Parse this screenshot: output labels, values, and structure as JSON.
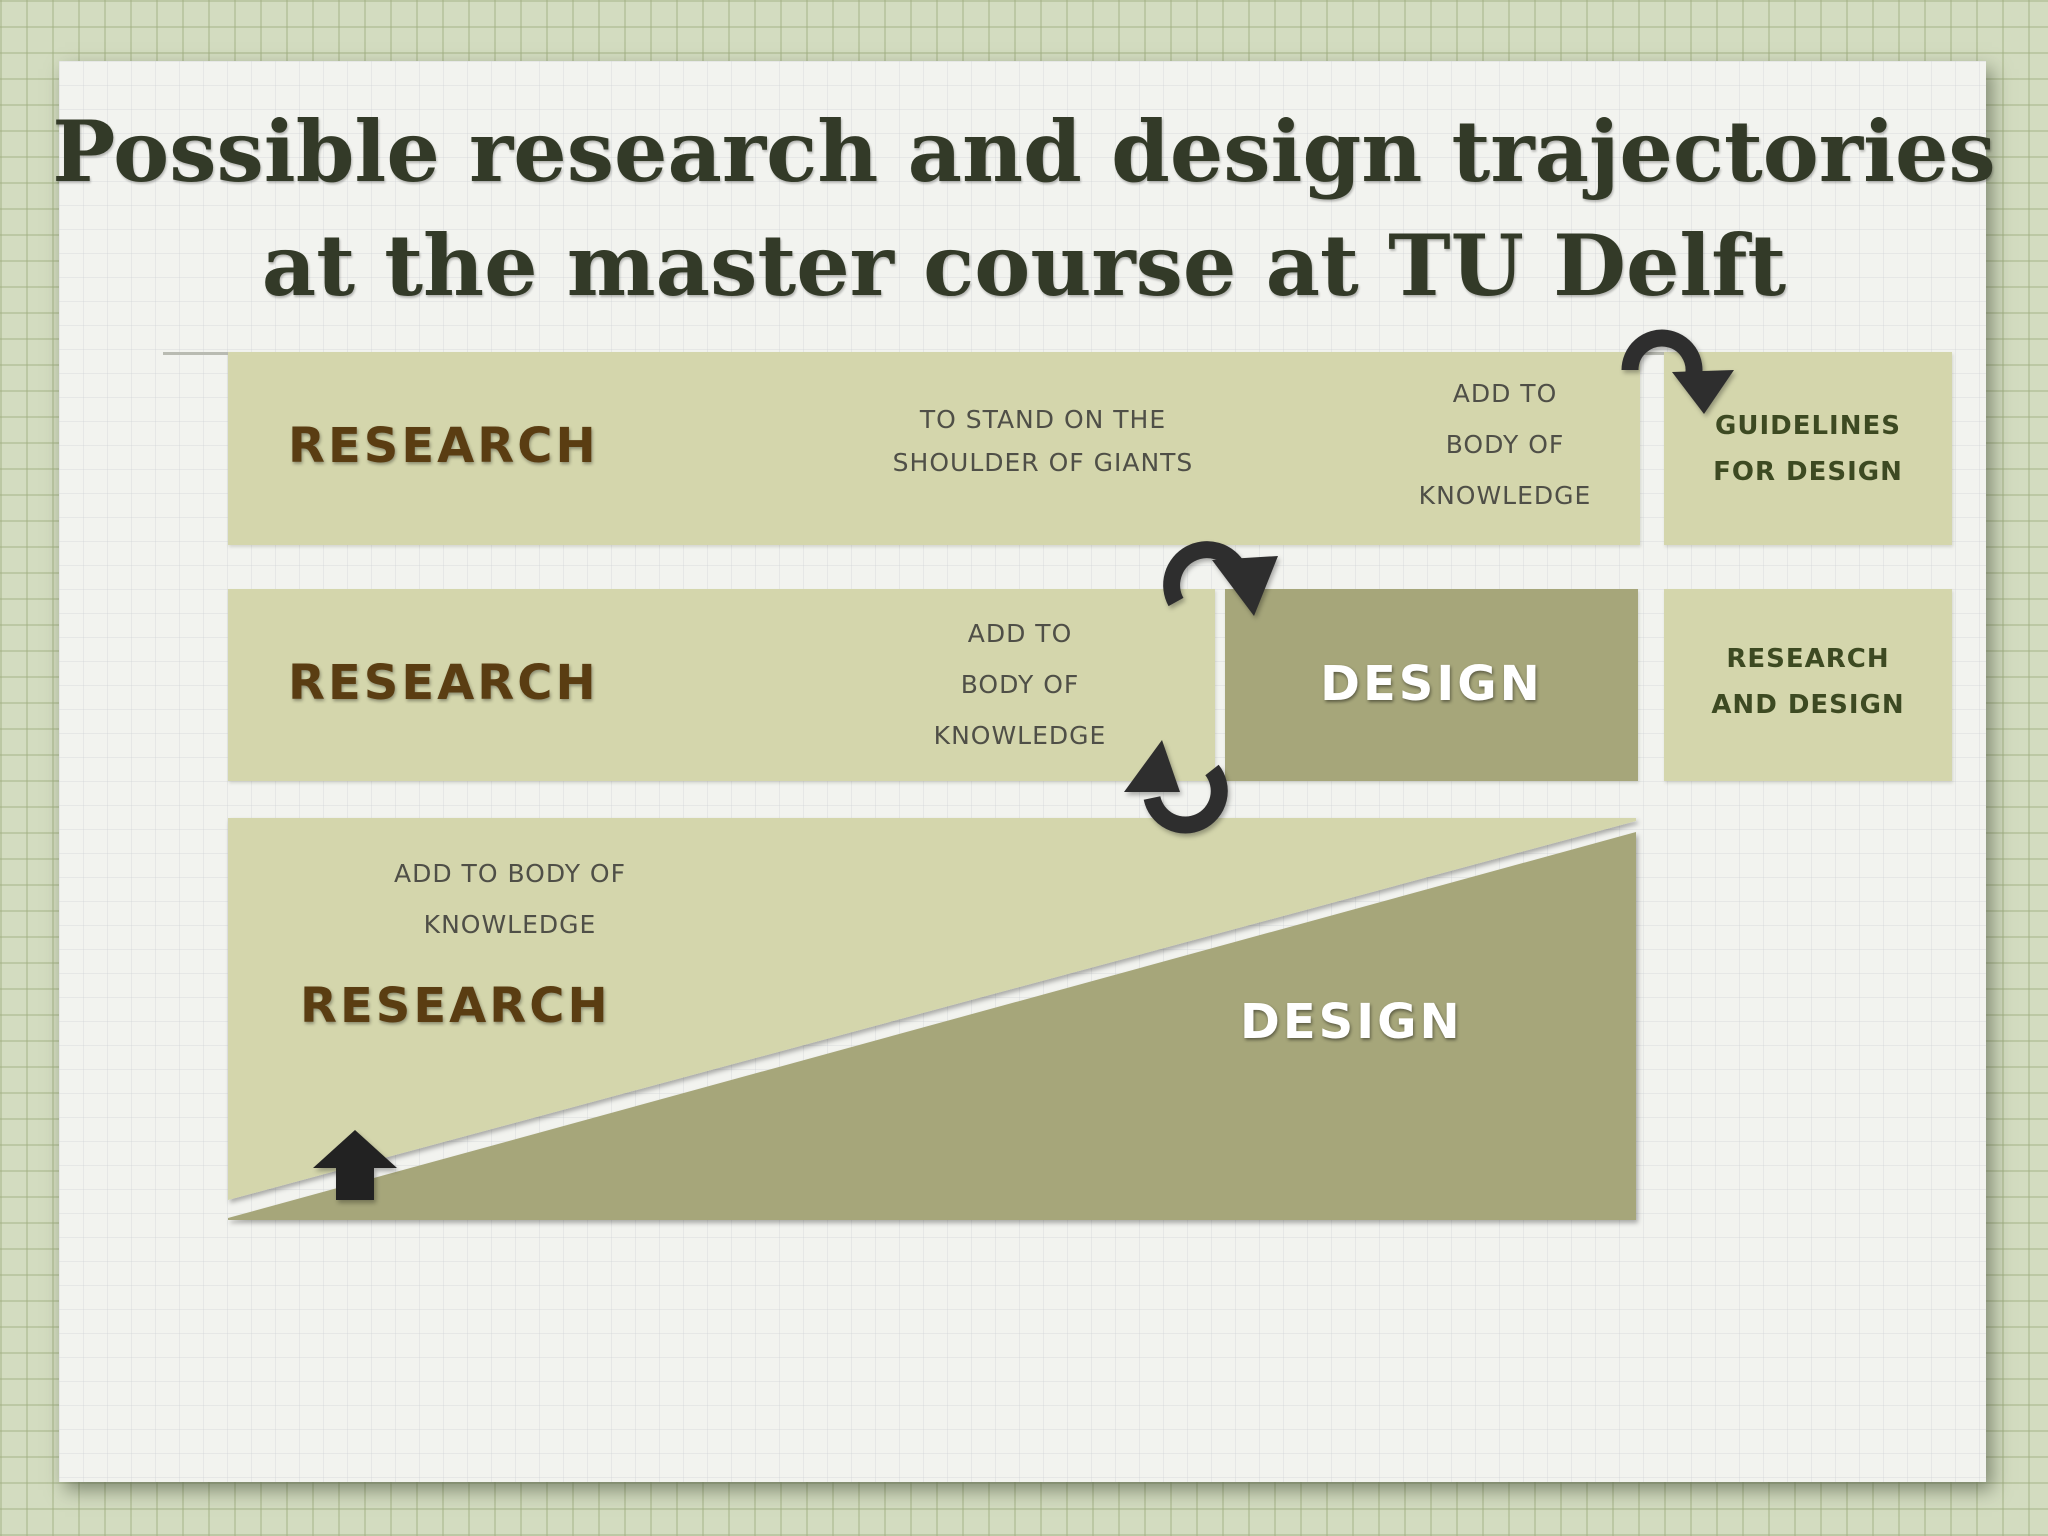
{
  "title": {
    "line1": "Possible research and design trajectories",
    "line2": "at the master course at TU Delft"
  },
  "row1": {
    "research": "RESEARCH",
    "note_line1": "TO STAND ON THE",
    "note_line2": "SHOULDER OF GIANTS",
    "add_line1": "ADD TO",
    "add_line2": "BODY OF",
    "add_line3": "KNOWLEDGE",
    "side_line1": "GUIDELINES",
    "side_line2": "FOR DESIGN"
  },
  "row2": {
    "research": "RESEARCH",
    "add_line1": "ADD TO",
    "add_line2": "BODY OF",
    "add_line3": "KNOWLEDGE",
    "design": "DESIGN",
    "side_line1": "RESEARCH",
    "side_line2": "AND DESIGN"
  },
  "row3": {
    "add_line1": "ADD TO BODY OF",
    "add_line2": "KNOWLEDGE",
    "research": "RESEARCH",
    "design": "DESIGN"
  },
  "colors": {
    "light_box": "#d4d6ac",
    "dark_box": "#a6a67a",
    "arrow": "#2f2f2f",
    "research_text": "#5a3d12"
  }
}
